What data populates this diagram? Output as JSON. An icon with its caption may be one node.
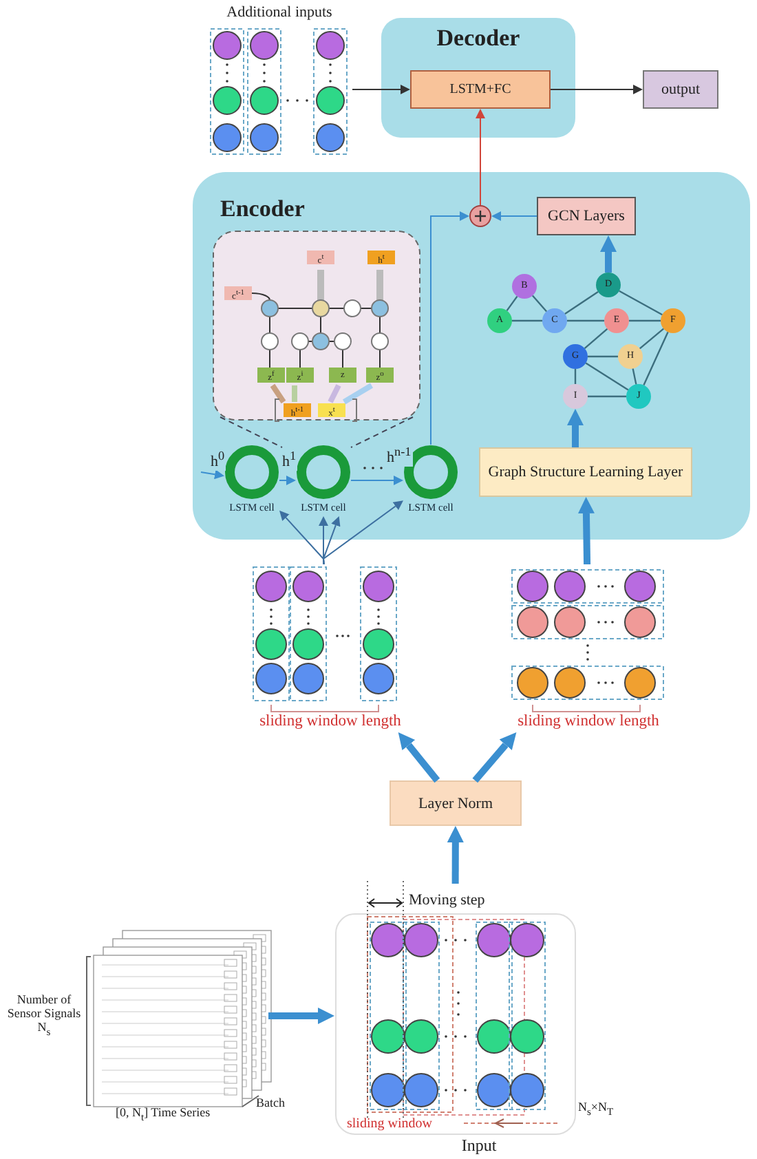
{
  "diagram": {
    "nodes": [
      {
        "text": [
          "Additional inputs"
        ]
      },
      {
        "text": [
          "Decoder"
        ]
      },
      {
        "text": [
          "LSTM+FC"
        ],
        "in": 1
      },
      {
        "text": [
          "output"
        ]
      },
      {
        "text": [
          "Encoder"
        ]
      },
      {
        "text": [],
        "shape": "circle",
        "in": 4
      },
      {
        "text": [
          "GCN Layers"
        ],
        "in": 4
      },
      {
        "text": [],
        "shape": "box",
        "in": 4
      },
      {
        "text": [
          "B"
        ],
        "in": 4
      },
      {
        "text": [
          "D"
        ],
        "in": 4
      },
      {
        "text": [
          "A"
        ],
        "in": 4
      },
      {
        "text": [
          "C"
        ],
        "in": 4
      },
      {
        "text": [
          "E"
        ],
        "in": 4
      },
      {
        "text": [
          "F"
        ],
        "in": 4
      },
      {
        "text": [
          "G"
        ],
        "in": 4
      },
      {
        "text": [
          "H"
        ],
        "in": 4
      },
      {
        "text": [
          "I"
        ],
        "in": 4
      },
      {
        "text": [
          "J"
        ],
        "in": 4
      },
      {
        "text": [
          "Graph Structure Learning Layer"
        ],
        "in": 4
      },
      {
        "text": [
          "LSTM cell"
        ],
        "in": 4
      },
      {
        "text": [
          "LSTM cell"
        ],
        "in": 4
      },
      {
        "text": [
          "LSTM cell"
        ],
        "in": 4
      },
      {
        "text": [],
        "shape": "box",
        "beside": [
          "sliding window length"
        ]
      },
      {
        "text": [],
        "shape": "box",
        "beside": [
          "sliding window length"
        ]
      },
      {
        "text": [
          "Layer Norm"
        ]
      },
      {
        "text": [],
        "shape": "picture"
      },
      {
        "text": [],
        "shape": "box",
        "beside": [
          "N$_{s}$×N$_{T}$",
          "Input"
        ]
      }
    ],
    "edges": [
      {
        "from": 0,
        "to": 2,
        "arrow": "to"
      },
      {
        "from": 2,
        "to": 3,
        "arrow": "to"
      },
      {
        "from": 5,
        "to": 2,
        "arrow": "to",
        "color": "#d0453a"
      },
      {
        "from": 6,
        "to": 5,
        "arrow": "to",
        "color": "#3b8fd0"
      },
      {
        "from": 21,
        "to": 5,
        "arrow": "to",
        "color": "#3b8fd0"
      },
      {
        "from": 9,
        "to": 6,
        "arrow": "to",
        "style": "thick",
        "color": "#3b8fd0"
      },
      {
        "from": 18,
        "to": 16,
        "arrow": "to",
        "style": "thick",
        "color": "#3b8fd0"
      },
      {
        "from": null,
        "to": 19,
        "arrow": "to",
        "label": "h$^{0}$",
        "color": "#3b8fd0"
      },
      {
        "from": 19,
        "to": 20,
        "arrow": "to",
        "label": "h$^{1}$",
        "color": "#3b8fd0"
      },
      {
        "from": 20,
        "to": 21,
        "arrow": "to",
        "label": "h$^{n-1}$",
        "color": "#3b8fd0"
      },
      {
        "from": 22,
        "to": 19,
        "arrow": "to",
        "color": "#3d6fa0"
      },
      {
        "from": 22,
        "to": 20,
        "arrow": "to",
        "color": "#3d6fa0"
      },
      {
        "from": 22,
        "to": 20,
        "arrow": "to",
        "color": "#3d6fa0"
      },
      {
        "from": 22,
        "to": 21,
        "arrow": "to",
        "color": "#3d6fa0"
      },
      {
        "from": 23,
        "to": 18,
        "arrow": "to",
        "style": "thick",
        "color": "#3b8fd0"
      },
      {
        "from": 24,
        "to": 22,
        "arrow": "to",
        "style": "thick",
        "color": "#3b8fd0"
      },
      {
        "from": 24,
        "to": 23,
        "arrow": "to",
        "style": "thick",
        "color": "#3b8fd0"
      },
      {
        "from": 26,
        "to": 24,
        "arrow": "to",
        "style": "thick",
        "color": "#3b8fd0"
      },
      {
        "from": 25,
        "to": 26,
        "arrow": "to",
        "style": "thick",
        "color": "#3b8fd0"
      },
      {
        "from": 10,
        "to": 8,
        "arrow": "none",
        "color": "#3c6e7e"
      },
      {
        "from": 8,
        "to": 11,
        "arrow": "none",
        "color": "#3c6e7e"
      },
      {
        "from": 10,
        "to": 11,
        "arrow": "none",
        "color": "#3c6e7e"
      },
      {
        "from": 11,
        "to": 9,
        "arrow": "none",
        "color": "#3c6e7e"
      },
      {
        "from": 11,
        "to": 12,
        "arrow": "none",
        "color": "#3c6e7e"
      },
      {
        "from": 9,
        "to": 13,
        "arrow": "none",
        "color": "#3c6e7e"
      },
      {
        "from": 12,
        "to": 13,
        "arrow": "none",
        "color": "#3c6e7e"
      },
      {
        "from": 12,
        "to": 14,
        "arrow": "none",
        "color": "#3c6e7e"
      },
      {
        "from": 14,
        "to": 15,
        "arrow": "none",
        "color": "#3c6e7e"
      },
      {
        "from": 15,
        "to": 13,
        "arrow": "none",
        "color": "#3c6e7e"
      },
      {
        "from": 14,
        "to": 17,
        "arrow": "none",
        "color": "#3c6e7e"
      },
      {
        "from": 14,
        "to": 16,
        "arrow": "none",
        "color": "#3c6e7e"
      },
      {
        "from": 16,
        "to": 17,
        "arrow": "none",
        "color": "#3c6e7e"
      },
      {
        "from": 15,
        "to": 17,
        "arrow": "none",
        "color": "#3c6e7e"
      },
      {
        "from": 13,
        "to": 17,
        "arrow": "none",
        "color": "#3c6e7e"
      }
    ],
    "labels": [
      "c$^{t}$",
      "h$^{t}$",
      "c$^{t-1}$",
      "z$^{f}$",
      "z$^{i}$",
      "z",
      "z$^{o}$",
      "h$^{t-1}$",
      "x$^{t}$",
      "Moving step",
      "Number of Sensor Signals N$_{s}$",
      "[0, N$_{t}$] Time Series",
      "Batch",
      "sliding window"
    ]
  }
}
